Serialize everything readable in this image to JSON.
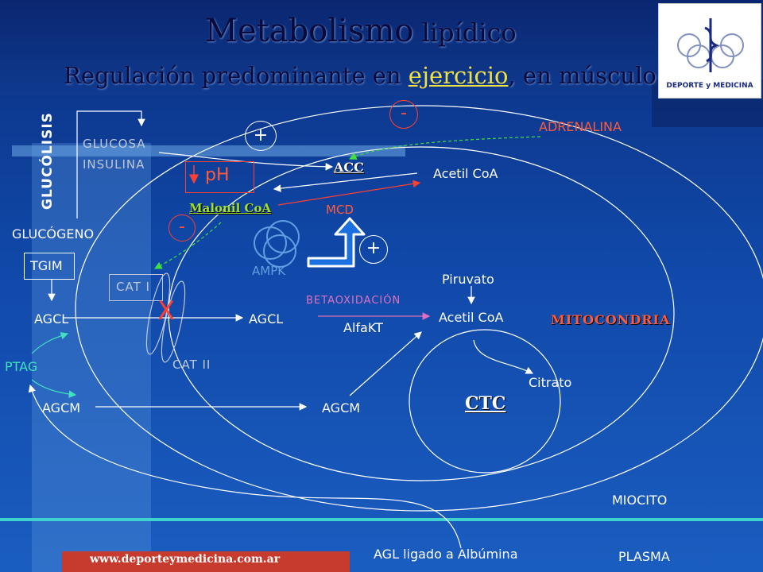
{
  "slide": {
    "title_main": "Metabolismo",
    "title_rest": " lipídico",
    "subtitle_before": "Regulación predominante en ",
    "subtitle_link": "ejercicio",
    "subtitle_after": ", en músculo",
    "logo_text": "DEPORTE y MEDICINA",
    "footer_url": "www.deporteymedicina.com.ar"
  },
  "labels": {
    "glucolisis": "GLUCÓLISIS",
    "glucosa": "GLUCOSA",
    "insulina": "INSULINA",
    "acc": "ACC",
    "ph": "pH",
    "malonil": "Malonil CoA",
    "mcd": "MCD",
    "adrenalina": "ADRENALINA",
    "acetil_top": "Acetil CoA",
    "glucogeno": "GLUCÓGENO",
    "tgim": "TGIM",
    "cat1": "CAT I",
    "cat2": "CAT II",
    "ampk": "AMPK",
    "piruvato": "Piruvato",
    "betaoxidacion": "BETAOXIDACIÓN",
    "acetil_mito": "Acetil CoA",
    "alfakt": "AlfaKT",
    "mitocondria": "MITOCONDRIA",
    "agcl_left": "AGCL",
    "agcl_right": "AGCL",
    "x_mark": "X",
    "ptag": "PTAG",
    "agcm_left": "AGCM",
    "agcm_right": "AGCM",
    "citrato": "Citrato",
    "ctc": "CTC",
    "miocito": "MIOCITO",
    "agl": "AGL ligado a Albúmina",
    "plasma": "PLASMA",
    "plus1": "+",
    "plus2": "+",
    "minus1": "-",
    "minus2": "-"
  },
  "colors": {
    "accent_red": "#ff4030",
    "green_arrow": "#40e040",
    "footer_bar": "#c63b2e"
  }
}
